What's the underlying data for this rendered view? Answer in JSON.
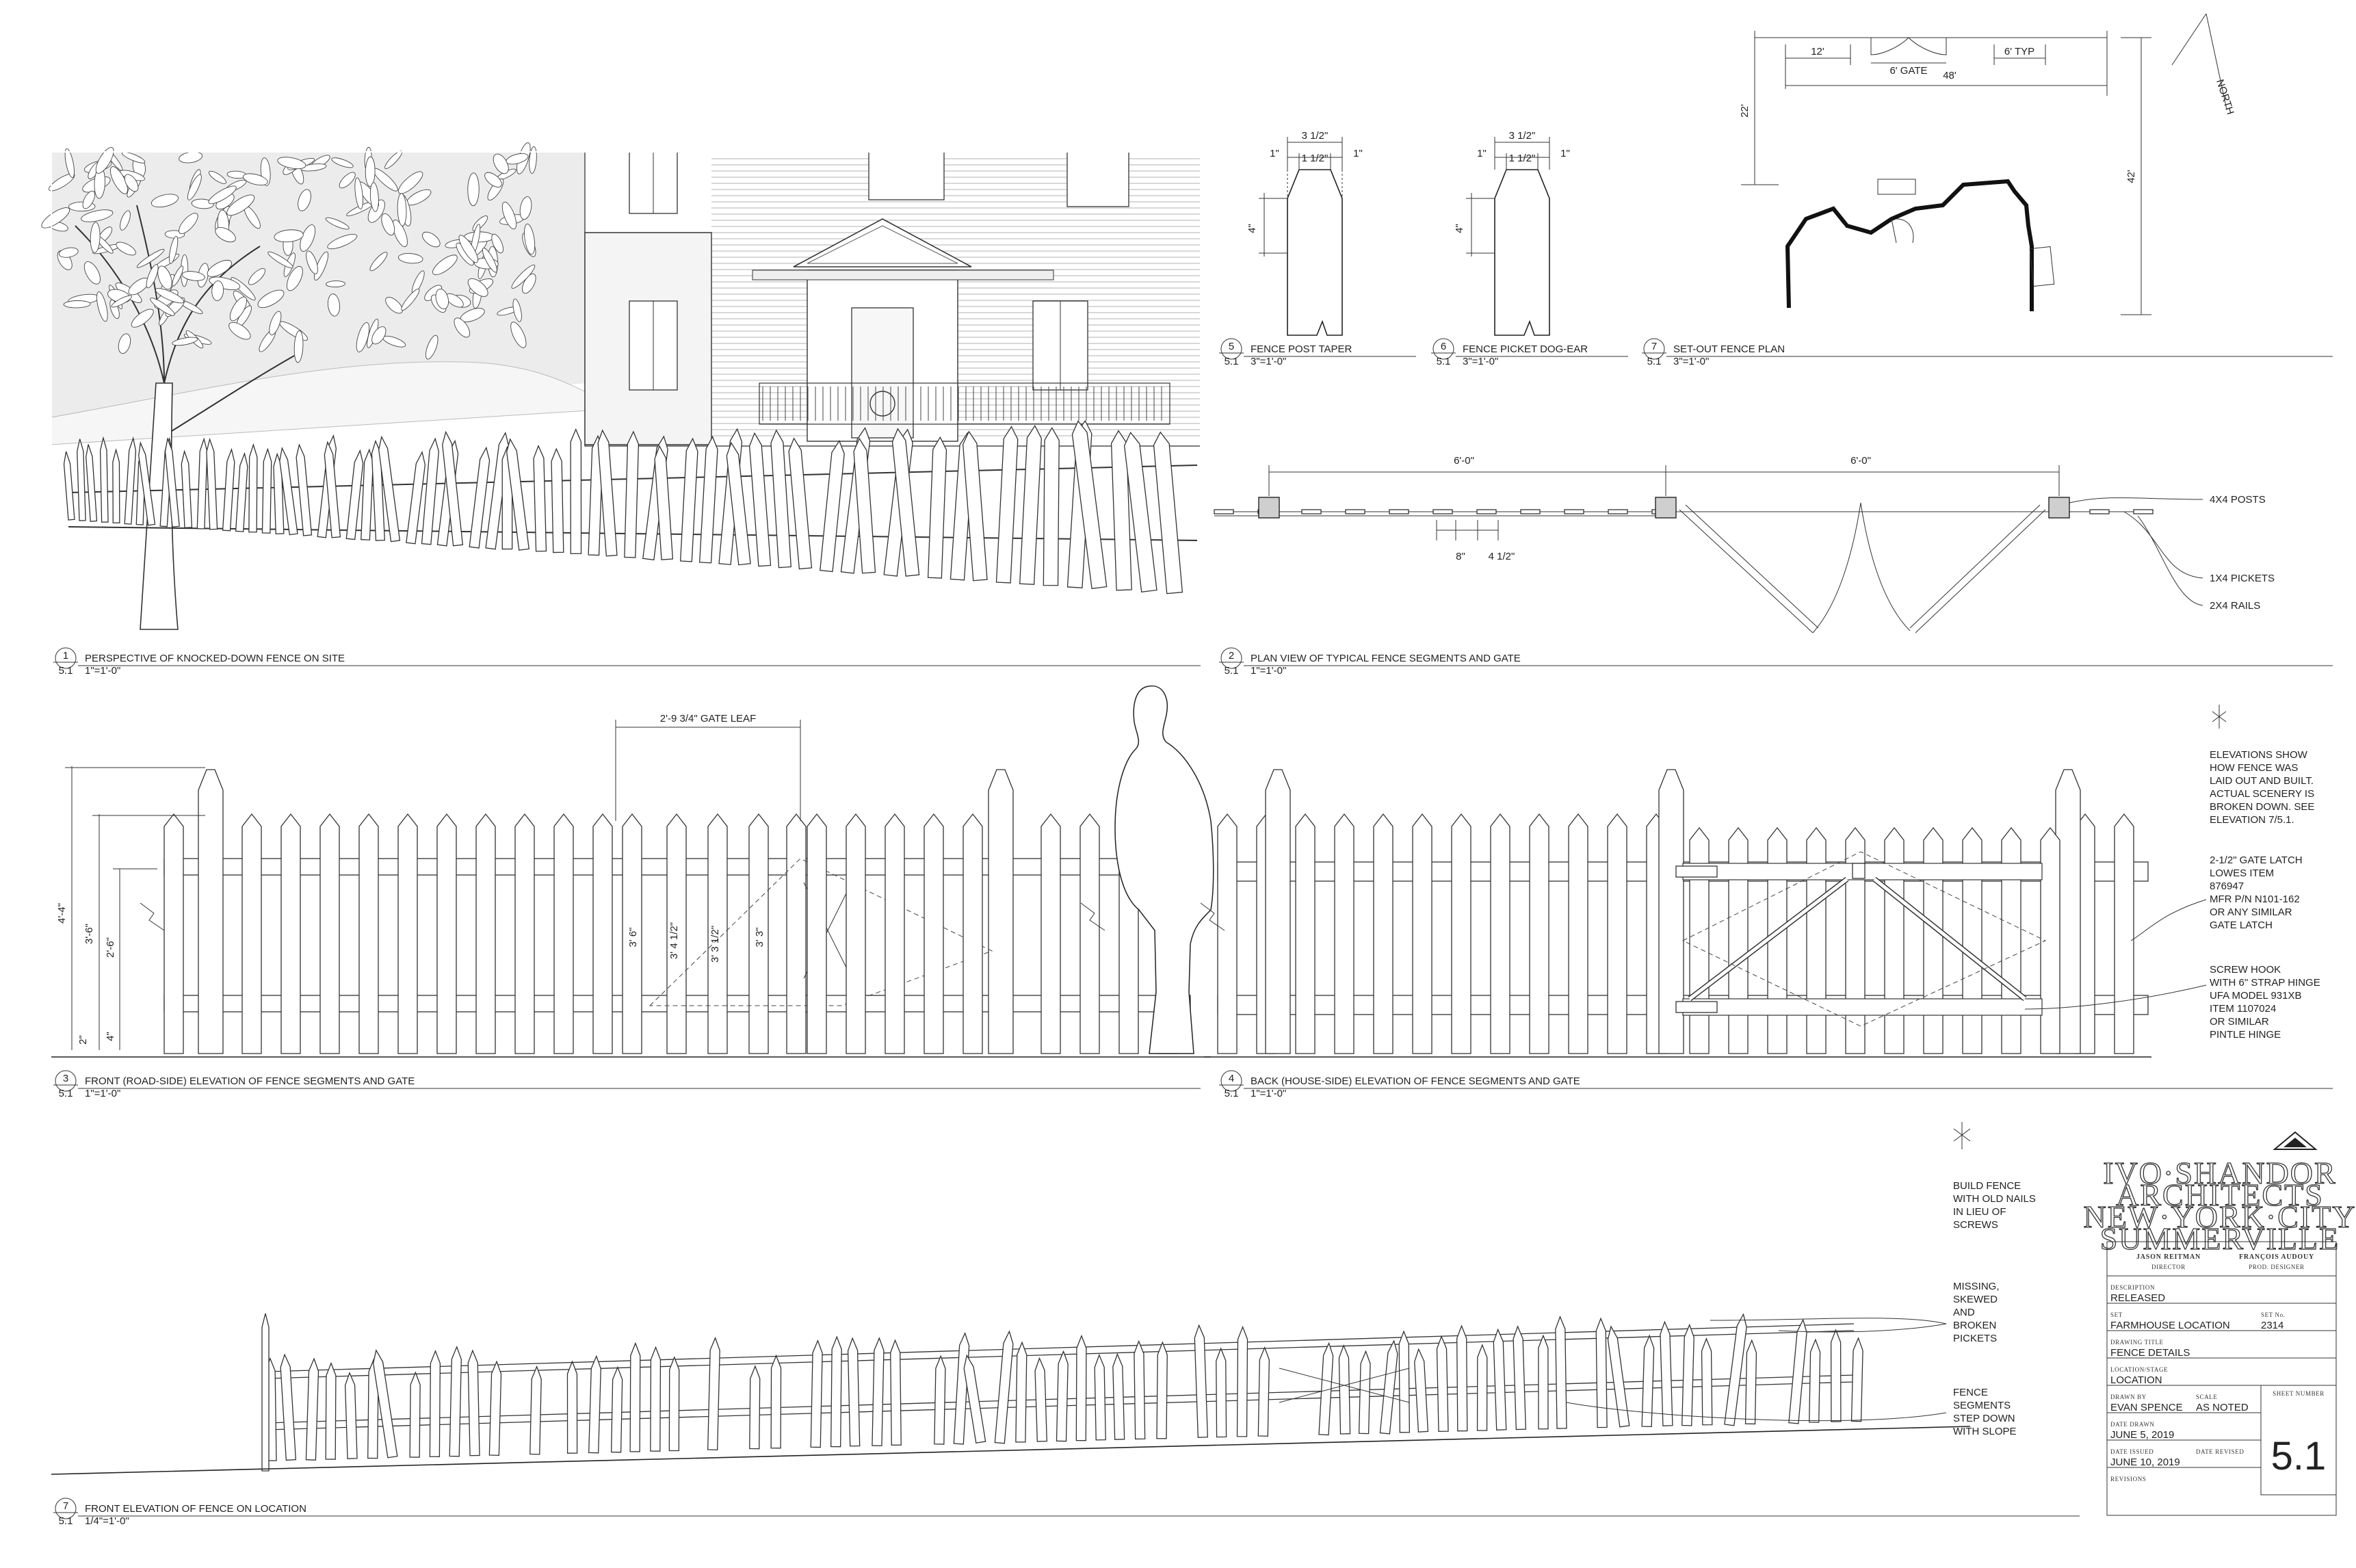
{
  "drawings": {
    "d1": {
      "num": "1",
      "sheet": "5.1",
      "title": "PERSPECTIVE OF KNOCKED-DOWN FENCE ON SITE",
      "scale": "1\"=1'-0\""
    },
    "d2": {
      "num": "2",
      "sheet": "5.1",
      "title": "PLAN VIEW OF TYPICAL FENCE SEGMENTS AND GATE",
      "scale": "1\"=1'-0\""
    },
    "d3": {
      "num": "3",
      "sheet": "5.1",
      "title": "FRONT (ROAD-SIDE) ELEVATION OF FENCE SEGMENTS AND GATE",
      "scale": "1\"=1'-0\""
    },
    "d4": {
      "num": "4",
      "sheet": "5.1",
      "title": "BACK (HOUSE-SIDE) ELEVATION OF FENCE SEGMENTS AND GATE",
      "scale": "1\"=1'-0\""
    },
    "d5": {
      "num": "5",
      "sheet": "5.1",
      "title": "FENCE POST TAPER",
      "scale": "3\"=1'-0\""
    },
    "d6": {
      "num": "6",
      "sheet": "5.1",
      "title": "FENCE PICKET DOG-EAR",
      "scale": "3\"=1'-0\""
    },
    "d7a": {
      "num": "7",
      "sheet": "5.1",
      "title": "SET-OUT FENCE PLAN",
      "scale": "3\"=1'-0\""
    },
    "d7b": {
      "num": "7",
      "sheet": "5.1",
      "title": "FRONT ELEVATION OF FENCE ON LOCATION",
      "scale": "1/4\"=1'-0\""
    }
  },
  "detail5": {
    "top": "3 1/2\"",
    "left": "1\"",
    "mid": "1 1/2\"",
    "right": "1\"",
    "height": "4\""
  },
  "detail6": {
    "top": "3 1/2\"",
    "left": "1\"",
    "mid": "1 1/2\"",
    "right": "1\"",
    "height": "4\""
  },
  "setout": {
    "d12": "12'",
    "gate": "6' GATE",
    "d48": "48'",
    "typ": "6' TYP",
    "d22": "22'",
    "d42": "42'",
    "north": "NORTH"
  },
  "plan": {
    "seg1": "6'-0\"",
    "seg2": "6'-0\"",
    "spacing": "8\"",
    "picket": "4 1/2\"",
    "posts": "4X4 POSTS",
    "pickets": "1X4 PICKETS",
    "rails": "2X4 RAILS"
  },
  "front_elev": {
    "gate_leaf": "2'-9 3/4\" GATE LEAF",
    "h44": "4'-4\"",
    "h36": "3'-6\"",
    "h26": "2'-6\"",
    "h4": "4\"",
    "h2": "2\"",
    "g36": "3' 6\"",
    "g341": "3' 4 1/2\"",
    "g331": "3' 3 1/2\"",
    "g33": "3' 3\""
  },
  "notes": {
    "elevations": [
      "ELEVATIONS SHOW",
      "HOW FENCE WAS",
      "LAID OUT AND BUILT.",
      "ACTUAL SCENERY IS",
      "BROKEN DOWN. SEE",
      "ELEVATION 7/5.1."
    ],
    "latch": [
      "2-1/2\" GATE LATCH",
      "LOWES ITEM",
      "876947",
      "MFR P/N N101-162",
      "OR ANY SIMILAR",
      "GATE LATCH"
    ],
    "hinge": [
      "SCREW HOOK",
      "WITH 6\" STRAP HINGE",
      "UFA MODEL 931XB",
      "ITEM 1107024",
      "OR SIMILAR",
      "PINTLE HINGE"
    ],
    "nails": [
      "BUILD FENCE",
      "WITH OLD NAILS",
      "IN LIEU OF",
      "SCREWS"
    ],
    "missing": [
      "MISSING,",
      "SKEWED",
      "AND",
      "BROKEN",
      "PICKETS"
    ],
    "step": [
      "FENCE",
      "SEGMENTS",
      "STEP DOWN",
      "WITH SLOPE"
    ]
  },
  "titleblock": {
    "firm": [
      "IVO·SHANDOR",
      "ARCHITECTS",
      "NEW·YORK·CITY",
      "SUMMERVILLE"
    ],
    "person1": "JASON REITMAN",
    "role1": "DIRECTOR",
    "person2": "FRANÇOIS AUDOUY",
    "role2": "PROD. DESIGNER",
    "description_label": "DESCRIPTION",
    "description": "RELEASED",
    "set_label": "SET",
    "set": "FARMHOUSE LOCATION",
    "setno_label": "SET No.",
    "setno": "2314",
    "title_label": "DRAWING TITLE",
    "title": "FENCE DETAILS",
    "location_label": "LOCATION/STAGE",
    "location": "LOCATION",
    "drawn_label": "DRAWN BY",
    "drawn": "EVAN SPENCE",
    "scale_label": "SCALE",
    "scale": "AS NOTED",
    "sheetno_label": "SHEET NUMBER",
    "sheetno": "5.1",
    "date_drawn_label": "DATE DRAWN",
    "date_drawn": "JUNE 5, 2019",
    "date_issued_label": "DATE ISSUED",
    "date_issued": "JUNE 10, 2019",
    "date_revised_label": "DATE REVISED",
    "revisions_label": "REVISIONS"
  }
}
